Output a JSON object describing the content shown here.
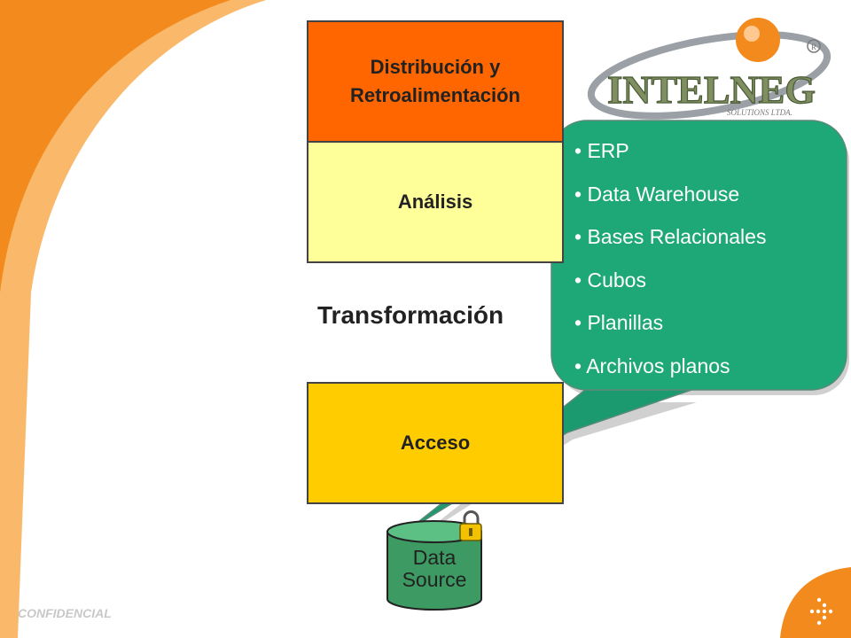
{
  "layers": {
    "top": "Distribución y\nRetroalimentación",
    "analysis": "Análisis",
    "transformation": "Transformación",
    "access": "Acceso"
  },
  "callout": {
    "items": [
      "ERP",
      "Data Warehouse",
      "Bases Relacionales",
      "Cubos",
      "Planillas",
      "Archivos planos"
    ]
  },
  "data_source": "Data\nSource",
  "logo": {
    "brand": "INTELNEG",
    "tagline": "SOLUTIONS LTDA.",
    "registered": "R"
  },
  "footer": {
    "confidential": "CONFIDENCIAL"
  },
  "colors": {
    "orange": "#ff6600",
    "light_yellow": "#ffff99",
    "yellow": "#ffcc00",
    "green": "#1a9a6e",
    "cylinder": "#3c9a62"
  }
}
